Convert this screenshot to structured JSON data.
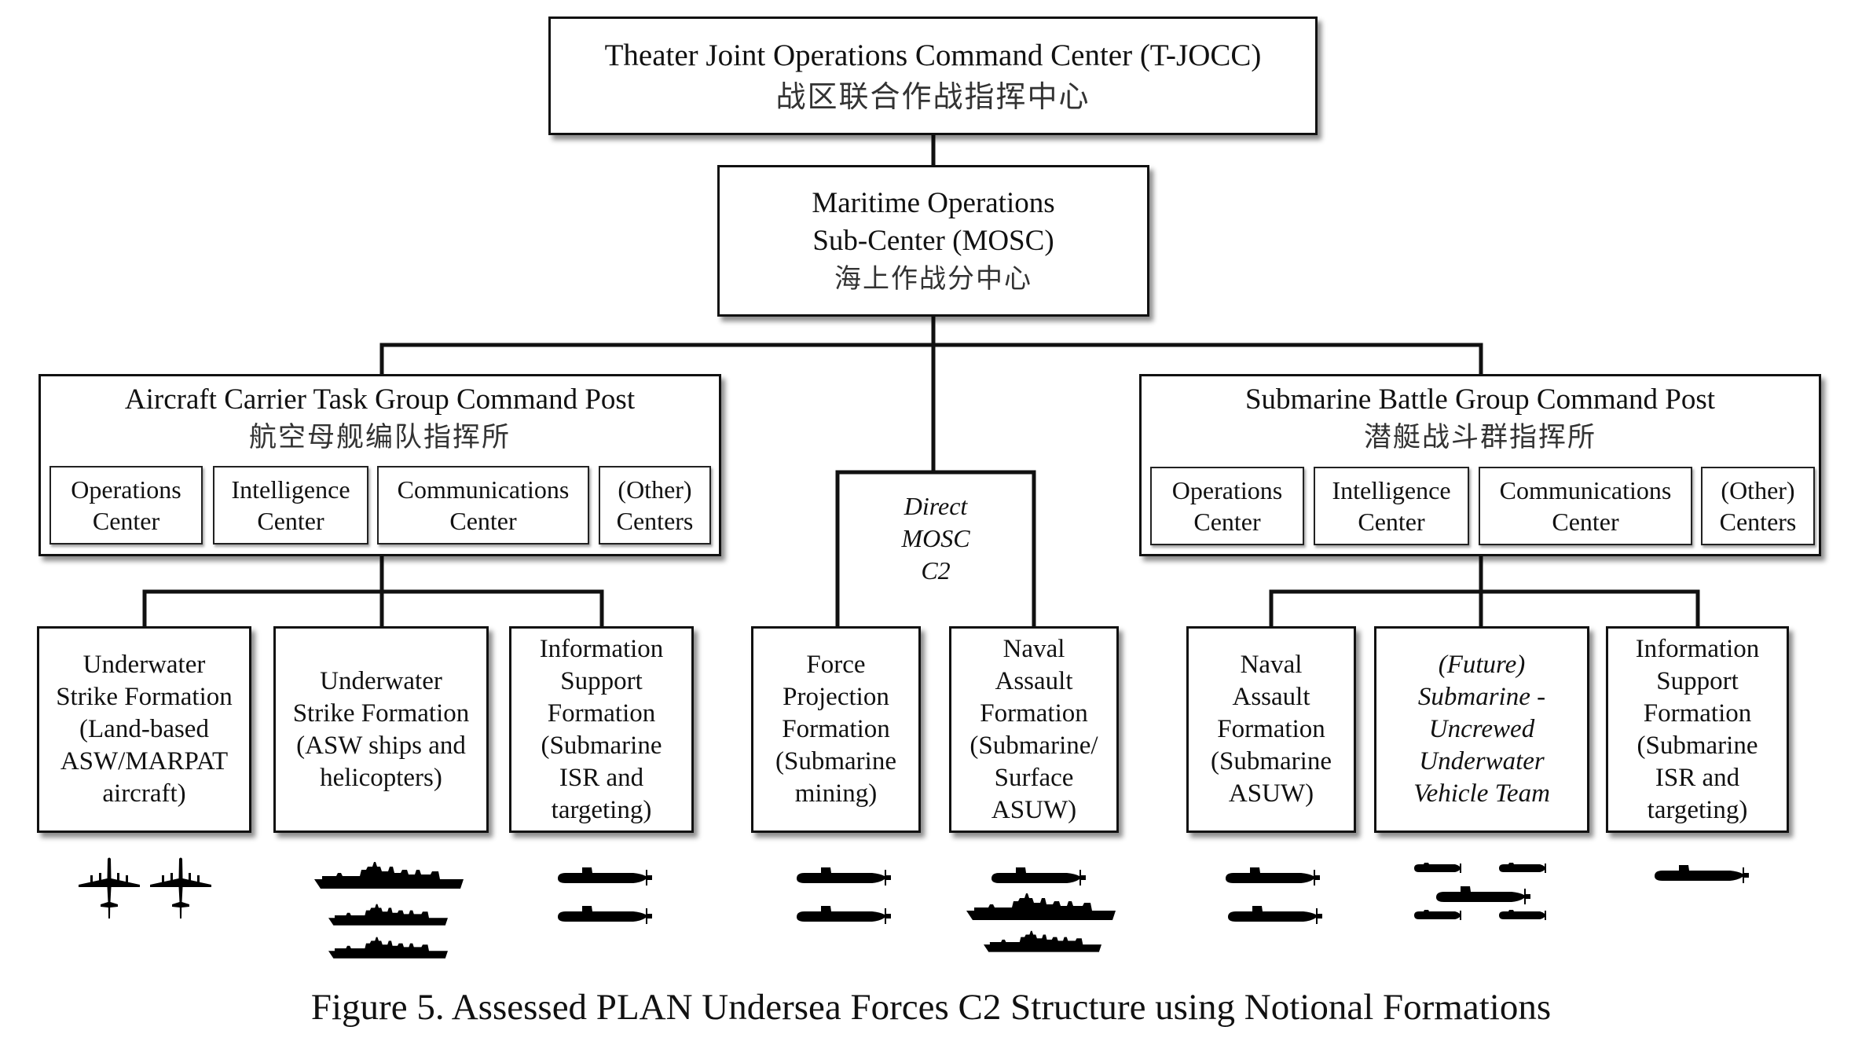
{
  "top": {
    "title": "Theater Joint Operations Command Center (T-JOCC)",
    "title_zh": "战区联合作战指挥中心"
  },
  "mosc": {
    "line1": "Maritime Operations",
    "line2": "Sub-Center (MOSC)",
    "title_zh": "海上作战分中心"
  },
  "carrier_cp": {
    "title": "Aircraft Carrier Task Group Command Post",
    "title_zh": "航空母舰编队指挥所",
    "centers": [
      {
        "line1": "Operations",
        "line2": "Center"
      },
      {
        "line1": "Intelligence",
        "line2": "Center"
      },
      {
        "line1": "Communications",
        "line2": "Center"
      },
      {
        "line1": "(Other)",
        "line2": "Centers"
      }
    ]
  },
  "submarine_cp": {
    "title": "Submarine Battle Group Command Post",
    "title_zh": "潜艇战斗群指挥所",
    "centers": [
      {
        "line1": "Operations",
        "line2": "Center"
      },
      {
        "line1": "Intelligence",
        "line2": "Center"
      },
      {
        "line1": "Communications",
        "line2": "Center"
      },
      {
        "line1": "(Other)",
        "line2": "Centers"
      }
    ]
  },
  "direct_c2": {
    "lines": [
      "Direct",
      "MOSC",
      "C2"
    ]
  },
  "formations": [
    {
      "lines": [
        "Underwater",
        "Strike Formation",
        "(Land-based",
        "ASW/MARPAT",
        "aircraft)"
      ],
      "italic": false,
      "icons": [
        "patrol-aircraft",
        "patrol-aircraft"
      ]
    },
    {
      "lines": [
        "Underwater",
        "Strike Formation",
        "(ASW ships and",
        "helicopters)"
      ],
      "italic": false,
      "icons": [
        "surface-ship",
        "surface-ship",
        "surface-ship"
      ]
    },
    {
      "lines": [
        "Information",
        "Support",
        "Formation",
        "(Submarine",
        "ISR and",
        "targeting)"
      ],
      "italic": false,
      "icons": [
        "submarine",
        "submarine"
      ]
    },
    {
      "lines": [
        "Force",
        "Projection",
        "Formation",
        "(Submarine",
        "mining)"
      ],
      "italic": false,
      "icons": [
        "submarine",
        "submarine"
      ]
    },
    {
      "lines": [
        "Naval",
        "Assault",
        "Formation",
        "(Submarine/",
        "Surface",
        "ASUW)"
      ],
      "italic": false,
      "icons": [
        "submarine",
        "surface-ship",
        "surface-ship"
      ]
    },
    {
      "lines": [
        "Naval",
        "Assault",
        "Formation",
        "(Submarine",
        "ASUW)"
      ],
      "italic": false,
      "icons": [
        "submarine",
        "submarine"
      ]
    },
    {
      "lines": [
        "(Future)",
        "Submarine -",
        "Uncrewed",
        "Underwater",
        "Vehicle Team"
      ],
      "italic": true,
      "icons": [
        "uuv",
        "uuv",
        "submarine",
        "uuv",
        "uuv"
      ]
    },
    {
      "lines": [
        "Information",
        "Support",
        "Formation",
        "(Submarine",
        "ISR and",
        "targeting)"
      ],
      "italic": false,
      "icons": [
        "submarine"
      ]
    }
  ],
  "caption": "Figure 5. Assessed PLAN Undersea Forces C2 Structure using Notional Formations"
}
